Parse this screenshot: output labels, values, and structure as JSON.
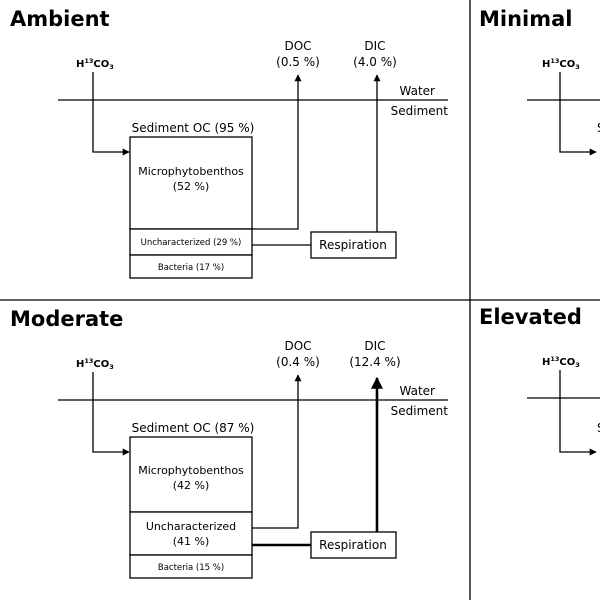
{
  "colors": {
    "line": "#000000",
    "background": "#ffffff"
  },
  "panels": {
    "ambient": {
      "title": "Ambient",
      "formula": {
        "h": "H",
        "iso": "13",
        "co": "CO",
        "sub": "3"
      },
      "doc": {
        "label": "DOC",
        "value": "(0.5 %)"
      },
      "dic": {
        "label": "DIC",
        "value": "(4.0 %)"
      },
      "water": "Water",
      "sediment": "Sediment",
      "sediment_oc": "Sediment OC (95 %)",
      "microphyto": {
        "name": "Microphytobenthos",
        "value": "(52 %)"
      },
      "uncharacterized": "Uncharacterized (29 %)",
      "bacteria": "Bacteria (17 %)",
      "respiration": "Respiration"
    },
    "minimal": {
      "title": "Minimal",
      "formula": {
        "h": "H",
        "iso": "13",
        "co": "CO",
        "sub": "3"
      },
      "sediment_oc_partial": "S"
    },
    "moderate": {
      "title": "Moderate",
      "formula": {
        "h": "H",
        "iso": "13",
        "co": "CO",
        "sub": "3"
      },
      "doc": {
        "label": "DOC",
        "value": "(0.4 %)"
      },
      "dic": {
        "label": "DIC",
        "value": "(12.4 %)"
      },
      "water": "Water",
      "sediment": "Sediment",
      "sediment_oc": "Sediment OC (87 %)",
      "microphyto": {
        "name": "Microphytobenthos",
        "value": "(42 %)"
      },
      "uncharacterized": {
        "name": "Uncharacterized",
        "value": "(41 %)"
      },
      "bacteria": "Bacteria (15 %)",
      "respiration": "Respiration"
    },
    "elevated": {
      "title": "Elevated",
      "formula": {
        "h": "H",
        "iso": "13",
        "co": "CO",
        "sub": "3"
      },
      "sediment_oc_partial": "S"
    }
  }
}
